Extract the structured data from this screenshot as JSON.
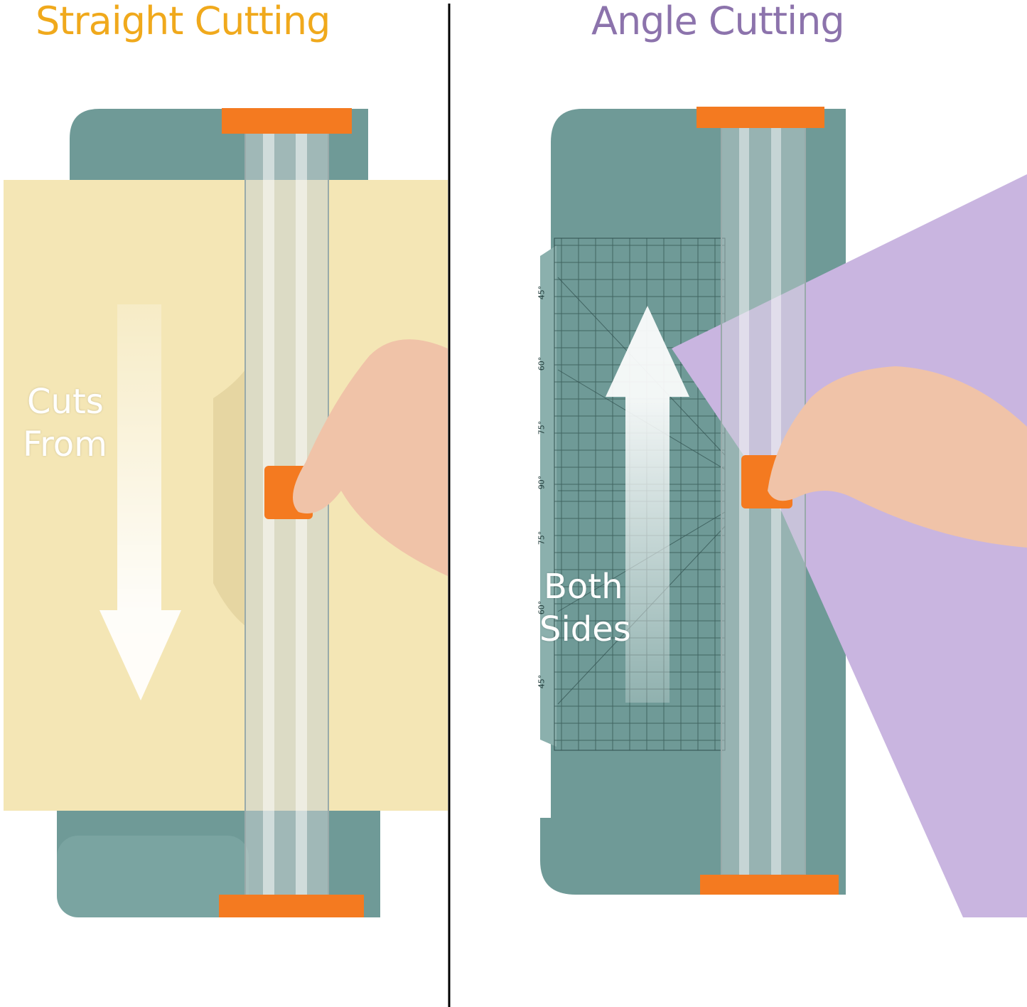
{
  "left_panel": {
    "title": "Straight Cutting",
    "title_color": "#f0a91c",
    "overlay_line1": "Cuts",
    "overlay_line2": "From",
    "arrow_direction": "down",
    "paper_color": "#f4e6b5"
  },
  "right_panel": {
    "title": "Angle Cutting",
    "title_color": "#8c73ac",
    "overlay_line1": "Both",
    "overlay_line2": "Sides",
    "arrow_direction": "up",
    "paper_color": "#c9b5e0",
    "angle_labels": [
      "45°",
      "60°",
      "75°",
      "90°",
      "75°",
      "60°",
      "45°"
    ]
  },
  "colors": {
    "base": "#6f9a97",
    "accent": "#f47a20",
    "divider": "#000000"
  }
}
